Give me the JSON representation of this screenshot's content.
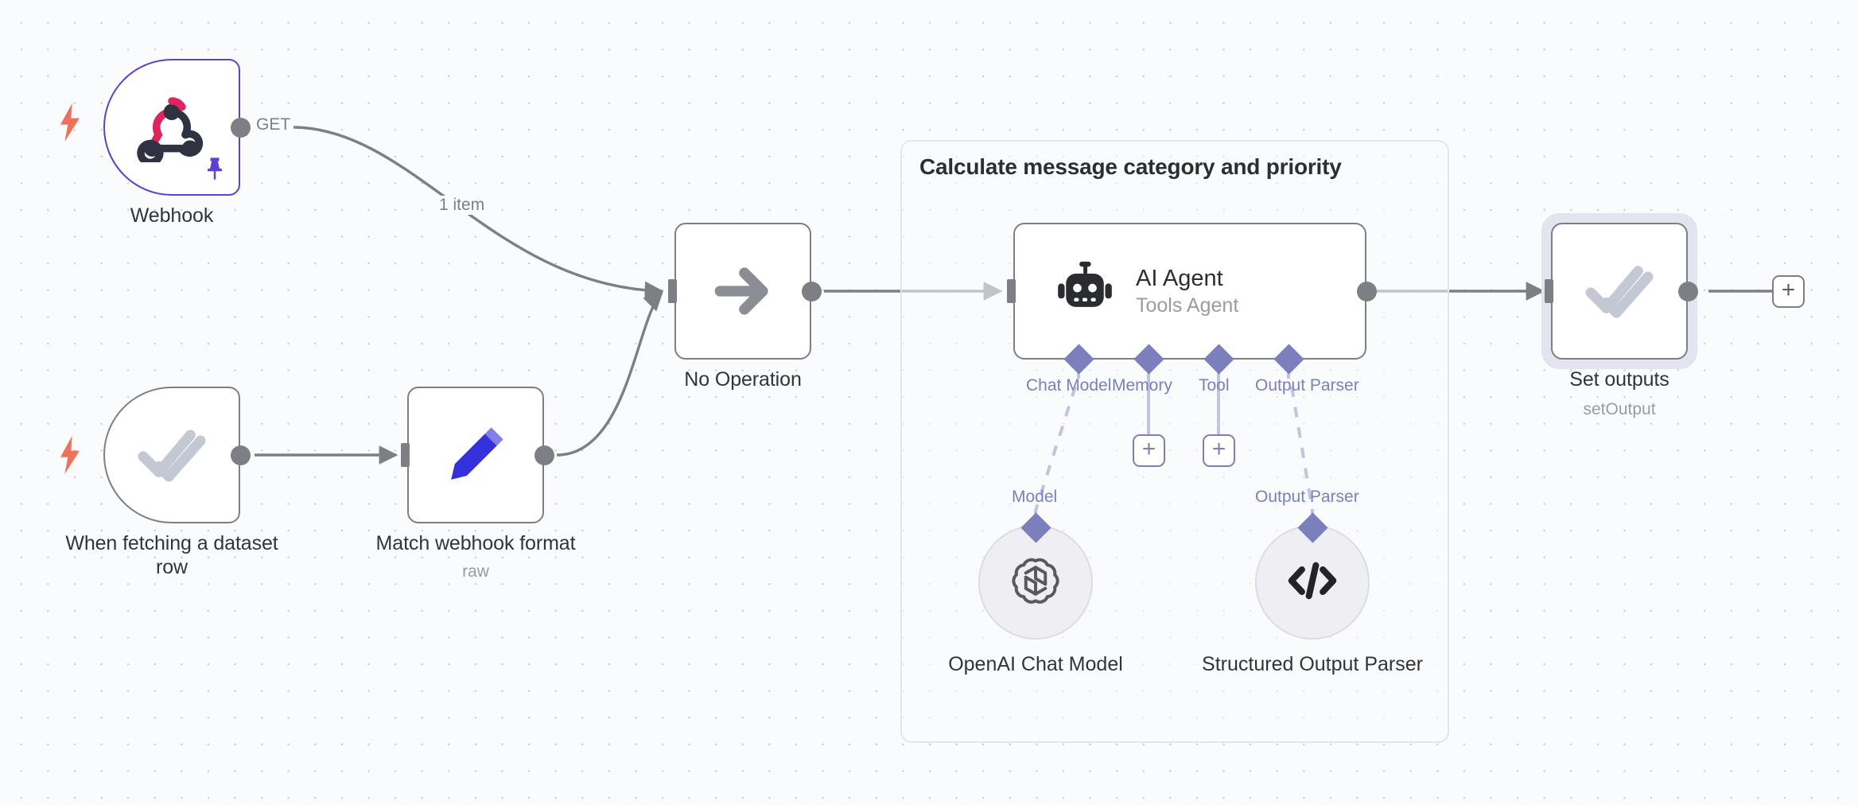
{
  "canvas": {
    "background_color": "#fafbfc",
    "grid_dot_color": "#c9ccd4"
  },
  "colors": {
    "node_border": "#7d7f85",
    "selected_border": "#5b41d6",
    "ai_connector": "#7b80bd",
    "trigger_bolt": "#f0715a",
    "webhook_red": "#e0245e",
    "webhook_dark": "#2f3241",
    "set_icon": "#c3c8d4",
    "edit_icon": "#3431dc",
    "noop_arrow": "#7d7f85"
  },
  "group": {
    "title": "Calculate message category and priority"
  },
  "nodes": [
    {
      "id": "webhook",
      "name": "Webhook",
      "subtitle": "",
      "icon": "webhook-icon",
      "type": "trigger",
      "selected": true,
      "pinned": true,
      "output_label": "GET"
    },
    {
      "id": "when-fetching-dataset-row",
      "name": "When fetching a dataset row",
      "subtitle": "",
      "icon": "double-check-icon",
      "type": "trigger",
      "selected": false,
      "pinned": false
    },
    {
      "id": "match-webhook-format",
      "name": "Match webhook format",
      "subtitle": "raw",
      "icon": "pencil-edit-icon",
      "type": "regular",
      "selected": false
    },
    {
      "id": "no-operation",
      "name": "No Operation",
      "subtitle": "",
      "icon": "arrow-right-icon",
      "type": "regular",
      "selected": false
    },
    {
      "id": "ai-agent",
      "name": "AI Agent",
      "subtitle": "Tools Agent",
      "icon": "robot-icon",
      "type": "agent",
      "selected": false
    },
    {
      "id": "set-outputs",
      "name": "Set outputs",
      "subtitle": "setOutput",
      "icon": "double-check-icon",
      "type": "regular",
      "selected": true
    },
    {
      "id": "openai-chat-model",
      "name": "OpenAI Chat Model",
      "subtitle": "",
      "icon": "openai-logo-icon",
      "type": "sub",
      "connector_label": "Model"
    },
    {
      "id": "structured-output-parser",
      "name": "Structured Output Parser",
      "subtitle": "",
      "icon": "code-brackets-icon",
      "type": "sub",
      "connector_label": "Output Parser"
    }
  ],
  "agent_connectors": [
    {
      "label": "Chat Model",
      "has_add_button": false
    },
    {
      "label": "Memory",
      "has_add_button": true
    },
    {
      "label": "Tool",
      "has_add_button": true
    },
    {
      "label": "Output Parser",
      "has_add_button": false
    }
  ],
  "connections": [
    {
      "from": "webhook",
      "to": "no-operation",
      "label": "1 item"
    },
    {
      "from": "when-fetching-dataset-row",
      "to": "match-webhook-format",
      "label": ""
    },
    {
      "from": "match-webhook-format",
      "to": "no-operation",
      "label": ""
    },
    {
      "from": "no-operation",
      "to": "ai-agent",
      "label": ""
    },
    {
      "from": "ai-agent",
      "to": "set-outputs",
      "label": ""
    }
  ],
  "add_buttons": {
    "after_set_outputs": "+",
    "memory": "+",
    "tool": "+"
  }
}
